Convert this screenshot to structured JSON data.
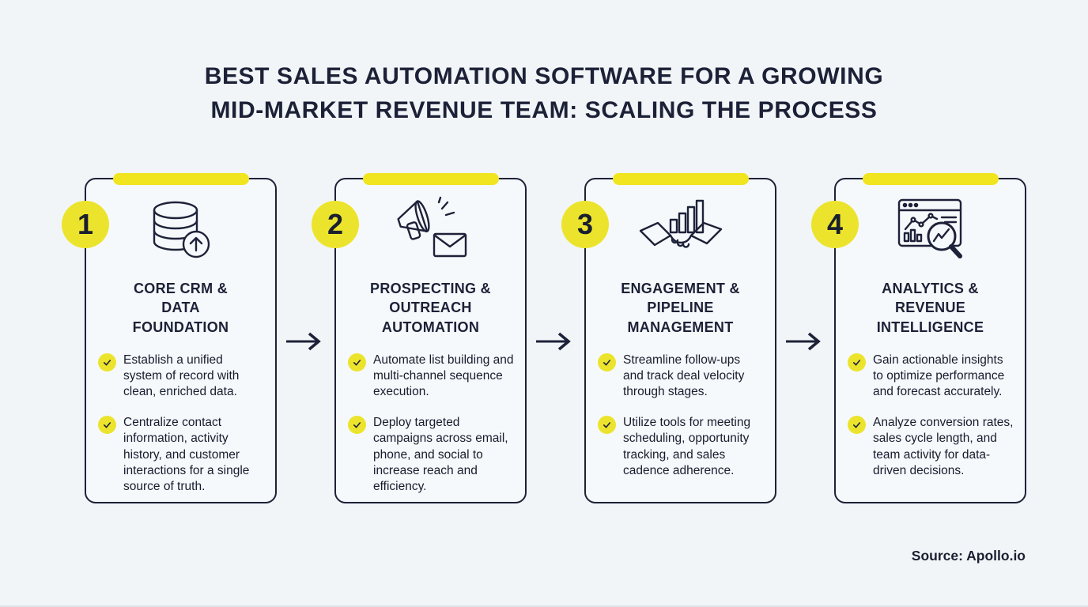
{
  "title": "BEST SALES AUTOMATION SOFTWARE FOR A GROWING\nMID-MARKET REVENUE TEAM: SCALING THE PROCESS",
  "source": "Source: Apollo.io",
  "colors": {
    "accent_yellow": "#ECE42C",
    "navy": "#1C2137",
    "background": "#F1F5F8",
    "card_background": "#F6F9FB"
  },
  "steps": [
    {
      "number": "1",
      "icon": "database-upload-icon",
      "title": "CORE CRM &\nDATA\nFOUNDATION",
      "bullets": [
        "Establish a unified system of record with clean, enriched data.",
        "Centralize contact information, activity history, and customer interactions for a single source of truth."
      ]
    },
    {
      "number": "2",
      "icon": "megaphone-email-icon",
      "title": "PROSPECTING &\nOUTREACH\nAUTOMATION",
      "bullets": [
        "Automate list building and multi-channel sequence execution.",
        "Deploy targeted campaigns across email, phone, and social to increase reach and efficiency."
      ]
    },
    {
      "number": "3",
      "icon": "handshake-growth-icon",
      "title": "ENGAGEMENT &\nPIPELINE\nMANAGEMENT",
      "bullets": [
        "Streamline follow-ups and track deal velocity through stages.",
        "Utilize tools for meeting scheduling, opportunity tracking, and sales cadence adherence."
      ]
    },
    {
      "number": "4",
      "icon": "analytics-magnifier-icon",
      "title": "ANALYTICS &\nREVENUE\nINTELLIGENCE",
      "bullets": [
        "Gain actionable insights to optimize performance and forecast accurately.",
        "Analyze conversion rates, sales cycle length, and team activity for data-driven decisions."
      ]
    }
  ]
}
